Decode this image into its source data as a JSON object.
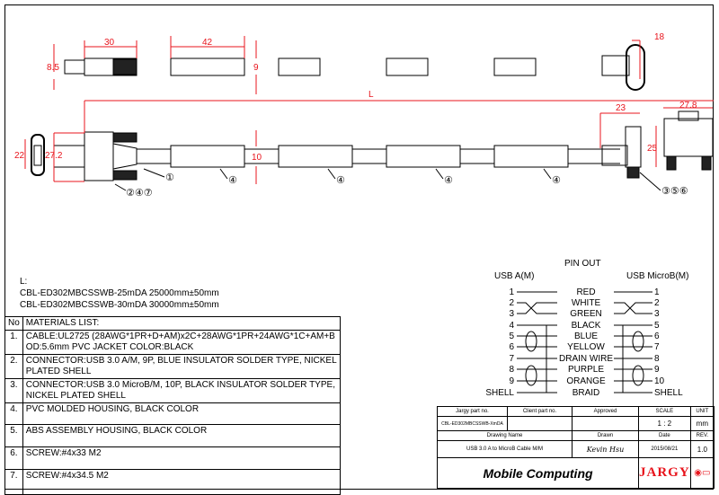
{
  "dimensions": {
    "plug_length": "30",
    "plug_height": "8.5",
    "molding_length": "42",
    "molding_height": "9",
    "cable_od": "10",
    "overall_length": "L",
    "usb_a_width": "27.2",
    "usb_a_face": "22",
    "microb_length": "23",
    "microb_width": "27.8",
    "microb_height": "25",
    "microb_face": "18"
  },
  "callouts": {
    "cable": "①",
    "usb_a_parts": "②④⑦",
    "molding": "④",
    "microb_parts": "③⑤⑥"
  },
  "lengths": {
    "label": "L:",
    "rows": [
      "CBL-ED302MBCSSWB-25mDA  25000mm±50mm",
      "CBL-ED302MBCSSWB-30mDA  30000mm±50mm"
    ]
  },
  "materials": {
    "no_header": "No",
    "header": "MATERIALS LIST:",
    "items": [
      {
        "no": "1.",
        "text": "CABLE:UL2725 (28AWG*1PR+D+AM)x2C+28AWG*1PR+24AWG*1C+AM+B OD:5.6mm  PVC JACKET COLOR:BLACK"
      },
      {
        "no": "2.",
        "text": "CONNECTOR:USB 3.0 A/M, 9P, BLUE INSULATOR SOLDER TYPE, NICKEL PLATED SHELL"
      },
      {
        "no": "3.",
        "text": "CONNECTOR:USB 3.0 MicroB/M, 10P, BLACK INSULATOR SOLDER TYPE, NICKEL PLATED SHELL"
      },
      {
        "no": "4.",
        "text": "PVC MOLDED HOUSING, BLACK COLOR"
      },
      {
        "no": "5.",
        "text": "ABS ASSEMBLY HOUSING, BLACK COLOR"
      },
      {
        "no": "6.",
        "text": "SCREW:#4x33 M2"
      },
      {
        "no": "7.",
        "text": "SCREW:#4x34.5 M2"
      }
    ]
  },
  "pinout": {
    "title": "PIN OUT",
    "left_title": "USB A(M)",
    "right_title": "USB MicroB(M)",
    "rows": [
      {
        "l": "1",
        "c": "RED",
        "r": "1"
      },
      {
        "l": "2",
        "c": "WHITE",
        "r": "2"
      },
      {
        "l": "3",
        "c": "GREEN",
        "r": "3"
      },
      {
        "l": "4",
        "c": "BLACK",
        "r": "5"
      },
      {
        "l": "5",
        "c": "BLUE",
        "r": "6"
      },
      {
        "l": "6",
        "c": "YELLOW",
        "r": "7"
      },
      {
        "l": "7",
        "c": "DRAIN WIRE",
        "r": "8"
      },
      {
        "l": "8",
        "c": "PURPLE",
        "r": "9"
      },
      {
        "l": "9",
        "c": "ORANGE",
        "r": "10"
      },
      {
        "l": "SHELL",
        "c": "BRAID",
        "r": "SHELL"
      }
    ]
  },
  "title_block": {
    "jargy_part_label": "Jargy part no.",
    "client_part_label": "Client part no.",
    "approved_label": "Approved",
    "scale_label": "SCALE",
    "unit_label": "UNIT",
    "jargy_part": "CBL-ED302MBCSSWB-XmDA",
    "client_part": "",
    "approved": "",
    "scale": "1 : 2",
    "unit": "mm",
    "drawing_name_label": "Drawing Name",
    "drawn_label": "Drawn",
    "date_label": "Date",
    "rev_label": "REV.",
    "drawing_name": "USB 3.0 A to MicroB Cable M/M",
    "drawn": "Kevin Hsu",
    "date": "2015/08/21",
    "rev": "1.0",
    "logo_left": "Mobile Computing",
    "logo_right": "JARGY"
  },
  "colors": {
    "dimension": "#e8141c",
    "line": "#000000"
  }
}
